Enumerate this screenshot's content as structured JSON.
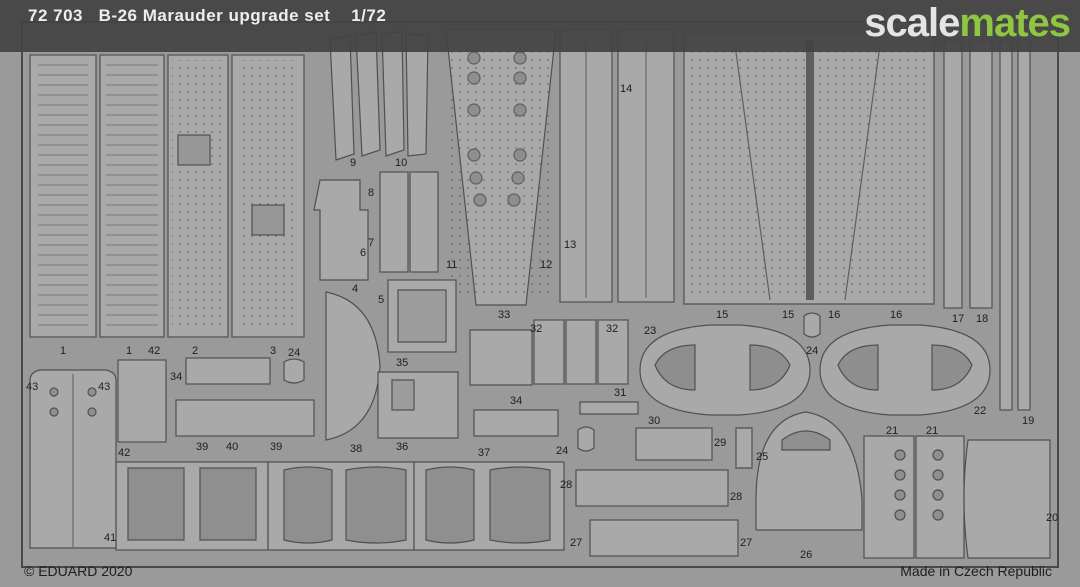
{
  "header": {
    "title": "72 703   B-26 Marauder upgrade set    1/72",
    "logo_part1": "scale",
    "logo_part2": "mates"
  },
  "footer": {
    "copyright": "© EDUARD 2020",
    "origin": "Made in Czech Republic"
  },
  "colors": {
    "fret_background": "#9a9a9a",
    "part_fill": "#a9a9a9",
    "part_outline": "#505050",
    "header_band": "#424242",
    "logo_grey": "#e4e4e4",
    "logo_green": "#8fc641"
  },
  "part_numbers": [
    "1",
    "1",
    "2",
    "3",
    "4",
    "5",
    "6",
    "7",
    "8",
    "9",
    "10",
    "11",
    "12",
    "13",
    "14",
    "15",
    "15",
    "16",
    "16",
    "17",
    "18",
    "19",
    "20",
    "21",
    "21",
    "22",
    "23",
    "24",
    "24",
    "24",
    "25",
    "26",
    "27",
    "27",
    "28",
    "28",
    "29",
    "30",
    "31",
    "32",
    "32",
    "33",
    "34",
    "34",
    "35",
    "36",
    "37",
    "38",
    "39",
    "39",
    "40",
    "41",
    "42",
    "42",
    "43",
    "43"
  ]
}
